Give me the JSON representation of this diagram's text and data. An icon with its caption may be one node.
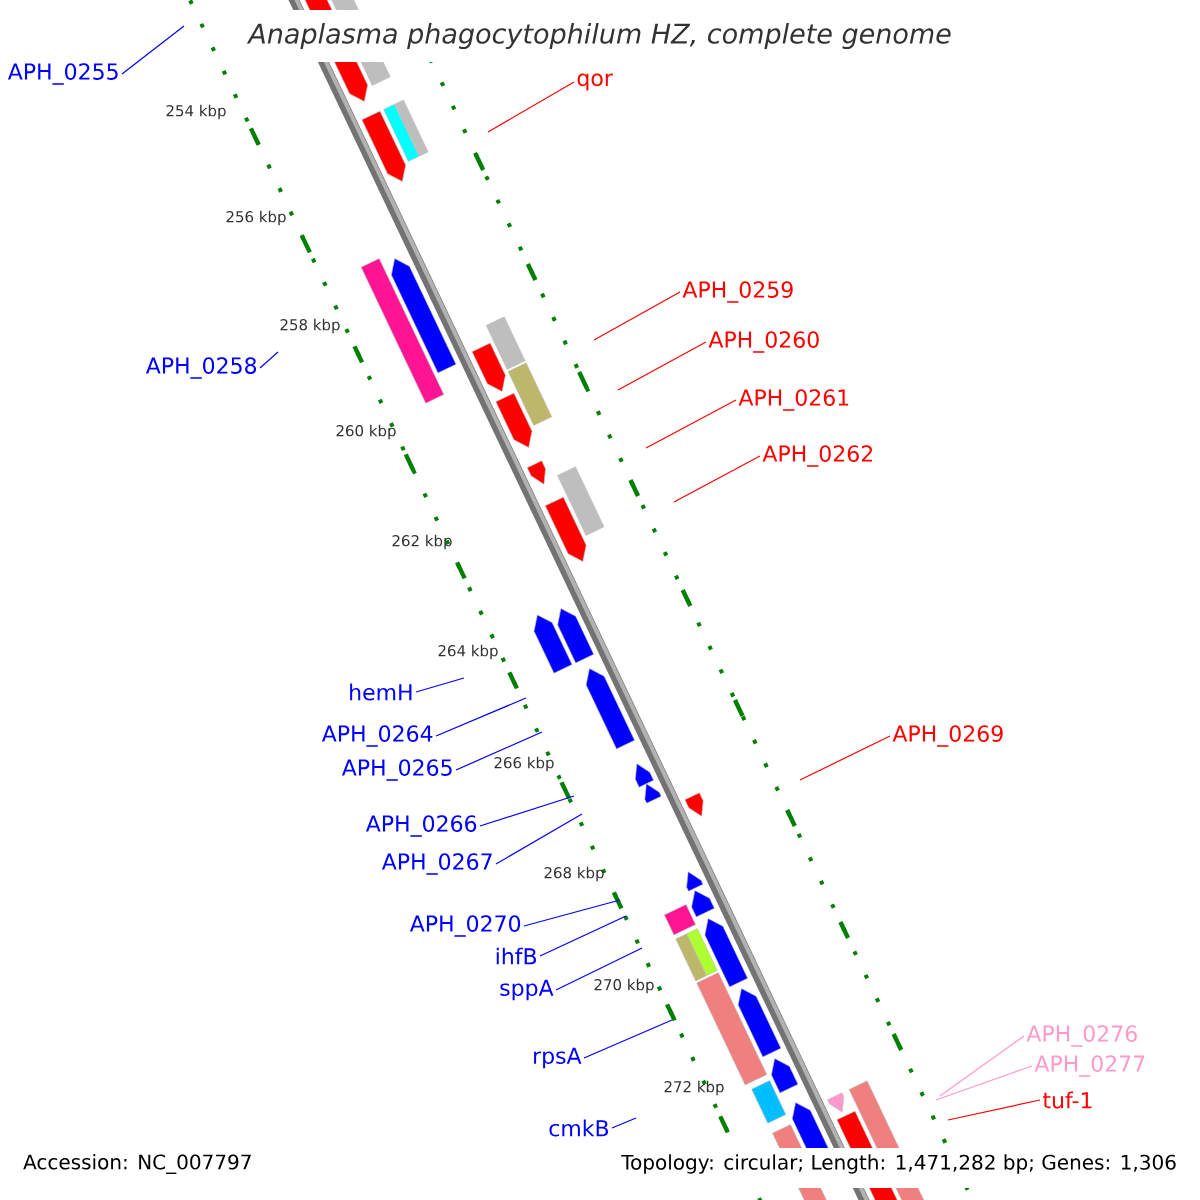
{
  "diagram": {
    "title": "Anaplasma phagocytophilum HZ, complete genome",
    "nodes": [
      {
        "text": [
          "APH_0255"
        ]
      },
      {
        "text": [
          "qor"
        ]
      },
      {
        "text": [
          "APH_0259"
        ]
      },
      {
        "text": [
          "APH_0260"
        ]
      },
      {
        "text": [
          "APH_0258"
        ]
      },
      {
        "text": [
          "APH_0261"
        ]
      },
      {
        "text": [
          "APH_0262"
        ]
      },
      {
        "text": [
          "hemH"
        ]
      },
      {
        "text": [
          "APH_0269"
        ]
      },
      {
        "text": [
          "APH_0264"
        ]
      },
      {
        "text": [
          "APH_0265"
        ]
      },
      {
        "text": [
          "APH_0266"
        ]
      },
      {
        "text": [
          "APH_0267"
        ]
      },
      {
        "text": [
          "APH_0270"
        ]
      },
      {
        "text": [
          "ihfB"
        ]
      },
      {
        "text": [
          "sppA"
        ]
      },
      {
        "text": [
          "APH_0276"
        ]
      },
      {
        "text": [
          "rpsA"
        ]
      },
      {
        "text": [
          "APH_0277"
        ]
      },
      {
        "text": [
          "tuf-1"
        ]
      },
      {
        "text": [
          "cmkB"
        ]
      }
    ],
    "edges": [
      {
        "from": 0,
        "to": null,
        "arrow": "none"
      },
      {
        "from": 1,
        "to": null,
        "arrow": "none",
        "color": "#ff0000"
      },
      {
        "from": 2,
        "to": null,
        "arrow": "none",
        "color": "#ff0000"
      },
      {
        "from": 3,
        "to": null,
        "arrow": "none",
        "color": "#ff0000"
      },
      {
        "from": 4,
        "to": null,
        "arrow": "none"
      },
      {
        "from": 5,
        "to": null,
        "arrow": "none",
        "color": "#ff0000"
      },
      {
        "from": 6,
        "to": null,
        "arrow": "none",
        "color": "#ff0000"
      },
      {
        "from": 7,
        "to": null,
        "arrow": "none"
      },
      {
        "from": 8,
        "to": null,
        "arrow": "none",
        "color": "#ff0000"
      },
      {
        "from": 9,
        "to": null,
        "arrow": "none"
      },
      {
        "from": 10,
        "to": null,
        "arrow": "none"
      },
      {
        "from": 11,
        "to": null,
        "arrow": "none"
      },
      {
        "from": 12,
        "to": null,
        "arrow": "none"
      },
      {
        "from": 13,
        "to": null,
        "arrow": "none"
      },
      {
        "from": 14,
        "to": null,
        "arrow": "none"
      },
      {
        "from": 15,
        "to": null,
        "arrow": "none"
      },
      {
        "from": 16,
        "to": null,
        "arrow": "none",
        "color": "#ff99cc"
      },
      {
        "from": 17,
        "to": null,
        "arrow": "none"
      },
      {
        "from": 18,
        "to": null,
        "arrow": "none",
        "color": "#ff99cc"
      },
      {
        "from": 19,
        "to": null,
        "arrow": "none",
        "color": "#ff0000"
      },
      {
        "from": 20,
        "to": null,
        "arrow": "none"
      }
    ],
    "labels": [
      "254 kbp",
      "256 kbp",
      "258 kbp",
      "260 kbp",
      "262 kbp",
      "264 kbp",
      "266 kbp",
      "268 kbp",
      "270 kbp",
      "272 kbp",
      "Accession: NC_007797",
      "Topology: circular; Length: 1,471,282 bp; Genes: 1,306"
    ]
  }
}
